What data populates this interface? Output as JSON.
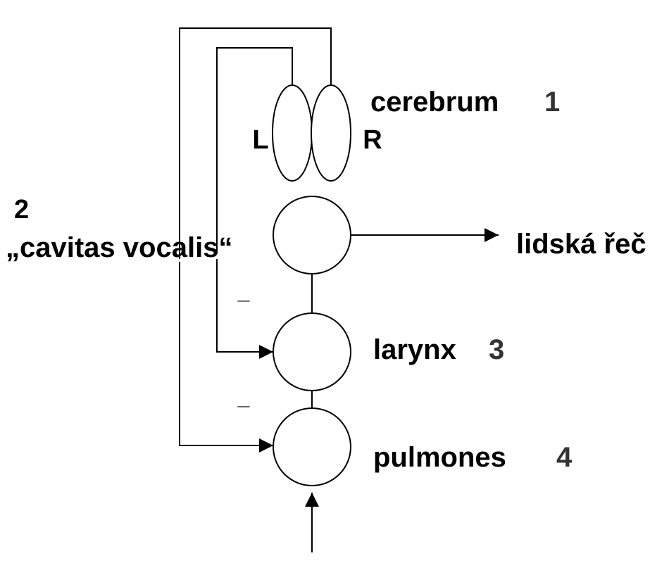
{
  "cerebrum": {
    "label": "cerebrum",
    "number": "1",
    "left_hemisphere": "L",
    "right_hemisphere": "R"
  },
  "cavitas": {
    "number": "2",
    "label": "„cavitas vocalis“"
  },
  "output": {
    "label": "lidská řeč"
  },
  "larynx": {
    "label": "larynx",
    "number": "3"
  },
  "pulmones": {
    "label": "pulmones",
    "number": "4"
  },
  "feedback_marks": [
    "_",
    "_"
  ],
  "colors": {
    "stroke": "#000000",
    "label": "#000000",
    "number": "#333333",
    "background": "#ffffff"
  }
}
